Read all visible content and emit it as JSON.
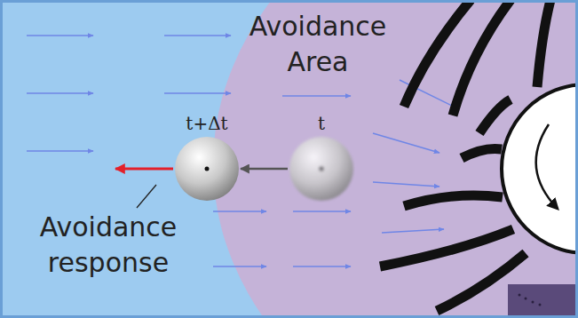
{
  "diagram": {
    "nodes": [
      {
        "text": [
          "t+Δt"
        ]
      },
      {
        "text": [
          "t"
        ]
      }
    ],
    "edges": [
      {
        "from": 1,
        "to": 0,
        "arrow": "to"
      }
    ],
    "labels": [
      "Avoidance Area",
      "Avoidance response"
    ]
  }
}
